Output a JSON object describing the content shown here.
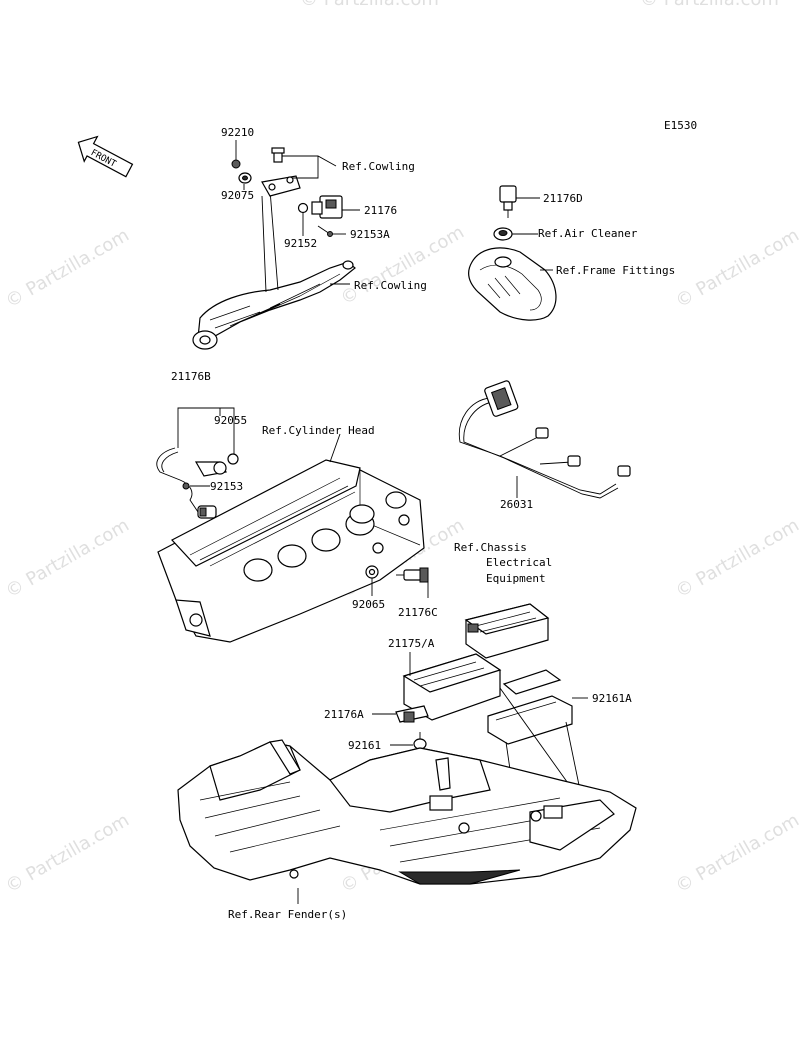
{
  "diagram_code": "E1530",
  "front_label": "FRONT",
  "watermark_text": "© Partzilla.com",
  "callouts": {
    "c92210": "92210",
    "c92075": "92075",
    "c92152": "92152",
    "c21176": "21176",
    "c92153A": "92153A",
    "c21176D": "21176D",
    "cRefCowlingTop": "Ref.Cowling",
    "cRefCowlingMid": "Ref.Cowling",
    "cRefAirCleaner": "Ref.Air Cleaner",
    "cRefFrameFittings": "Ref.Frame Fittings",
    "c21176B": "21176B",
    "c92055": "92055",
    "c92153": "92153",
    "cRefCylinderHead": "Ref.Cylinder Head",
    "c26031": "26031",
    "cRefChassis1": "Ref.Chassis",
    "cRefChassis2": "Electrical",
    "cRefChassis3": "Equipment",
    "c92065": "92065",
    "c21176C": "21176C",
    "c21175A": "21175/A",
    "c92161A": "92161A",
    "c21176A": "21176A",
    "c92161": "92161",
    "cRefRearFender": "Ref.Rear Fender(s)"
  },
  "colors": {
    "line": "#000000",
    "watermark": "#b9b9b9",
    "background": "#ffffff"
  }
}
